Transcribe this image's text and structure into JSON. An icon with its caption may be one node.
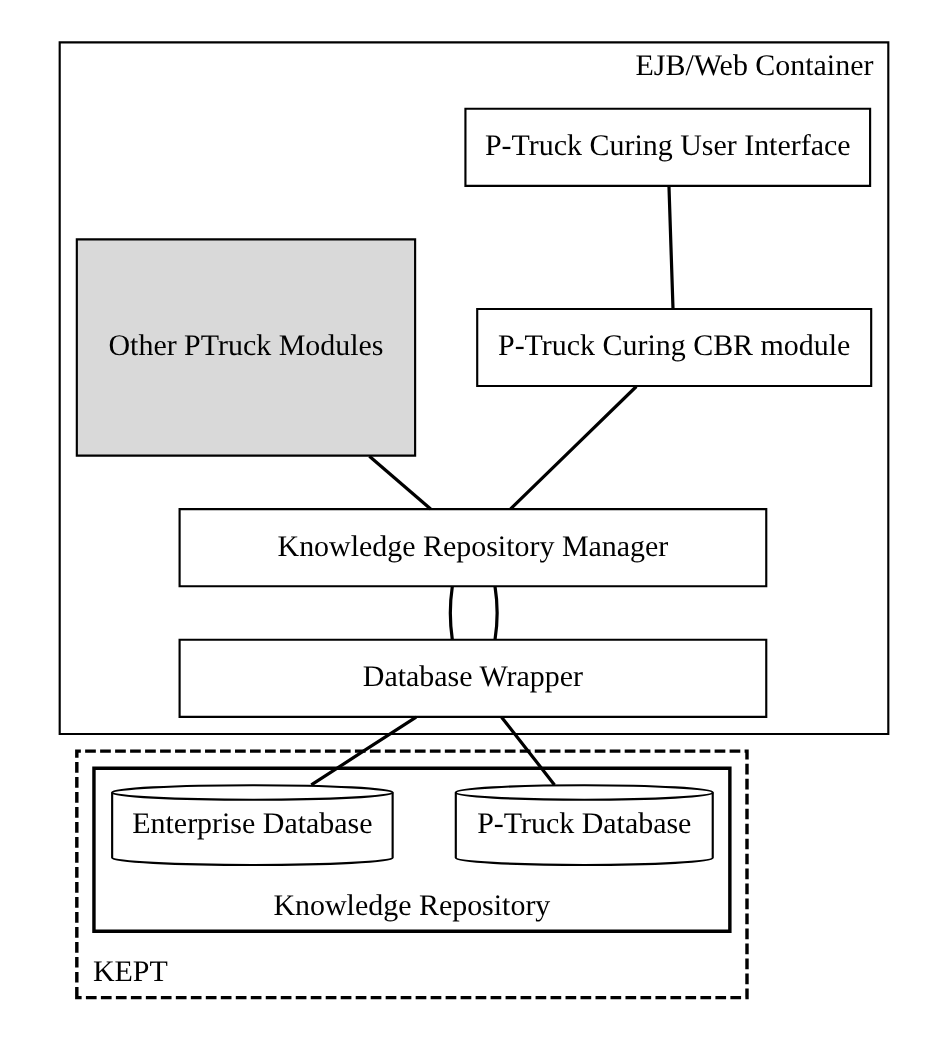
{
  "diagram": {
    "nodes": [
      {
        "text": [
          "EJB/Web Container"
        ]
      },
      {
        "text": [
          "P-Truck Curing User Interface"
        ],
        "in": 0
      },
      {
        "text": [
          "P-Truck Curing CBR module"
        ],
        "in": 0
      },
      {
        "text": [
          "Other PTruck Modules"
        ],
        "in": 0
      },
      {
        "text": [
          "Knowledge Repository Manager"
        ],
        "in": 0
      },
      {
        "text": [
          "Database Wrapper"
        ],
        "in": 0
      },
      {
        "text": [
          "KEPT"
        ]
      },
      {
        "text": [
          "Knowledge Repository"
        ],
        "in": 6
      },
      {
        "text": [
          "P-Truck Database"
        ],
        "in": 7
      },
      {
        "text": [
          "Enterprise Database"
        ],
        "in": 7
      }
    ],
    "edges": [
      {
        "from": 1,
        "to": 2,
        "arrow": "none"
      },
      {
        "from": 2,
        "to": 4,
        "arrow": "none"
      },
      {
        "from": 3,
        "to": 4,
        "arrow": "none"
      },
      {
        "from": 4,
        "to": 5,
        "arrow": "none"
      },
      {
        "from": 4,
        "to": 5,
        "arrow": "none"
      },
      {
        "from": 5,
        "to": 8,
        "arrow": "none"
      },
      {
        "from": 5,
        "to": 9,
        "arrow": "none"
      }
    ]
  }
}
